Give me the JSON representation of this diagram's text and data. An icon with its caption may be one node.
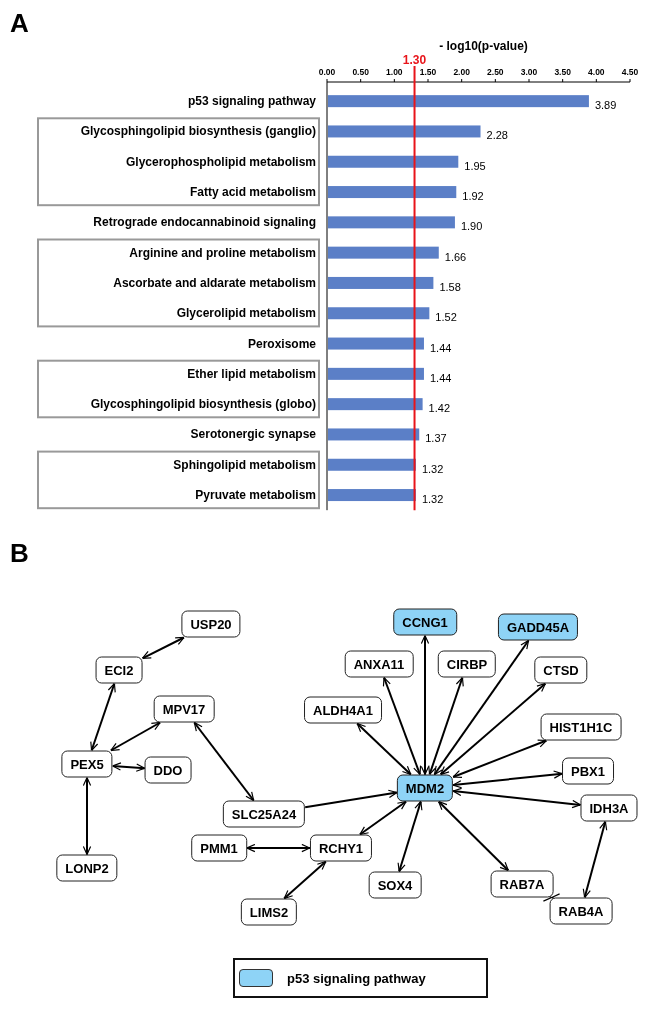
{
  "diagram": {
    "nodes": [
      {
        "text": [
          "USP20"
        ]
      },
      {
        "text": [
          "ECI2"
        ]
      },
      {
        "text": [
          "MPV17"
        ]
      },
      {
        "text": [
          "PEX5"
        ]
      },
      {
        "text": [
          "DDO"
        ]
      },
      {
        "text": [
          "SLC25A24"
        ]
      },
      {
        "text": [
          "LONP2"
        ]
      },
      {
        "text": [
          "PMM1"
        ]
      },
      {
        "text": [
          "RCHY1"
        ]
      },
      {
        "text": [
          "LIMS2"
        ]
      },
      {
        "text": [
          "CCNG1"
        ]
      },
      {
        "text": [
          "GADD45A"
        ]
      },
      {
        "text": [
          "ANXA11"
        ]
      },
      {
        "text": [
          "CIRBP"
        ]
      },
      {
        "text": [
          "CTSD"
        ]
      },
      {
        "text": [
          "ALDH4A1"
        ]
      },
      {
        "text": [
          "HIST1H1C"
        ]
      },
      {
        "text": [
          "MDM2"
        ]
      },
      {
        "text": [
          "PBX1"
        ]
      },
      {
        "text": [
          "IDH3A"
        ]
      },
      {
        "text": [
          "SOX4"
        ]
      },
      {
        "text": [
          "RAB7A"
        ]
      },
      {
        "text": [
          "RAB4A"
        ]
      }
    ],
    "edges": [
      {
        "from": 0,
        "to": 1,
        "arrow": "both"
      },
      {
        "from": 1,
        "to": 3,
        "arrow": "both"
      },
      {
        "from": 3,
        "to": 2,
        "arrow": "both"
      },
      {
        "from": 3,
        "to": 4,
        "arrow": "both"
      },
      {
        "from": 3,
        "to": 6,
        "arrow": "both"
      },
      {
        "from": 2,
        "to": 5,
        "arrow": "both"
      },
      {
        "from": 5,
        "to": 17,
        "arrow": "to"
      },
      {
        "from": 7,
        "to": 8,
        "arrow": "both"
      },
      {
        "from": 9,
        "to": 8,
        "arrow": "both"
      },
      {
        "from": 8,
        "to": 17,
        "arrow": "both"
      },
      {
        "from": 10,
        "to": 17,
        "arrow": "both"
      },
      {
        "from": 11,
        "to": 17,
        "arrow": "both"
      },
      {
        "from": 12,
        "to": 17,
        "arrow": "both"
      },
      {
        "from": 13,
        "to": 17,
        "arrow": "both"
      },
      {
        "from": 14,
        "to": 17,
        "arrow": "both"
      },
      {
        "from": 15,
        "to": 17,
        "arrow": "both"
      },
      {
        "from": 16,
        "to": 17,
        "arrow": "both"
      },
      {
        "from": 17,
        "to": 18,
        "arrow": "both"
      },
      {
        "from": 17,
        "to": 19,
        "arrow": "both"
      },
      {
        "from": 20,
        "to": 17,
        "arrow": "both"
      },
      {
        "from": 21,
        "to": 17,
        "arrow": "both"
      },
      {
        "from": 21,
        "to": 22,
        "arrow": "both"
      },
      {
        "from": 22,
        "to": 19,
        "arrow": "both"
      }
    ],
    "labels": [
      "A",
      "B"
    ],
    "legend": [
      {
        "text": "p53 signaling pathway",
        "color": "#8ed3f6"
      }
    ],
    "chart_data": {
      "type": "bar",
      "orientation": "horizontal",
      "xlabel": "- log10(p-value)",
      "categories": [
        "p53 signaling pathway",
        "Glycosphingolipid biosynthesis (ganglio)",
        "Glycerophospholipid metabolism",
        "Fatty acid metabolism",
        "Retrograde endocannabinoid signaling",
        "Arginine and proline metabolism",
        "Ascorbate and aldarate metabolism",
        "Glycerolipid metabolism",
        "Peroxisome",
        "Ether lipid metabolism",
        "Glycosphingolipid biosynthesis (globo)",
        "Serotonergic synapse",
        "Sphingolipid metabolism",
        "Pyruvate metabolism"
      ],
      "series": [
        {
          "color": "#5b7fc7",
          "values": [
            3.89,
            2.28,
            1.95,
            1.92,
            1.9,
            1.66,
            1.58,
            1.52,
            1.44,
            1.44,
            1.42,
            1.37,
            1.32,
            1.32
          ]
        }
      ],
      "xlim": [
        0,
        4.5
      ],
      "xticks": [
        {
          "value": 0,
          "label": "0.00"
        },
        {
          "value": 0.5,
          "label": "0.50"
        },
        {
          "value": 1,
          "label": "1.00"
        },
        {
          "value": 1.5,
          "label": "1.50"
        },
        {
          "value": 2,
          "label": "2.00"
        },
        {
          "value": 2.5,
          "label": "2.50"
        },
        {
          "value": 3,
          "label": "3.00"
        },
        {
          "value": 3.5,
          "label": "3.50"
        },
        {
          "value": 4,
          "label": "4.00"
        },
        {
          "value": 4.5,
          "label": "4.50"
        }
      ],
      "value_labels": [
        "3.89",
        "2.28",
        "1.95",
        "1.92",
        "1.90",
        "1.66",
        "1.58",
        "1.52",
        "1.44",
        "1.44",
        "1.42",
        "1.37",
        "1.32",
        "1.32"
      ],
      "ref_lines": [
        {
          "axis": "x",
          "value": 1.3,
          "label": "1.30",
          "color": "#e8141a"
        }
      ]
    }
  }
}
